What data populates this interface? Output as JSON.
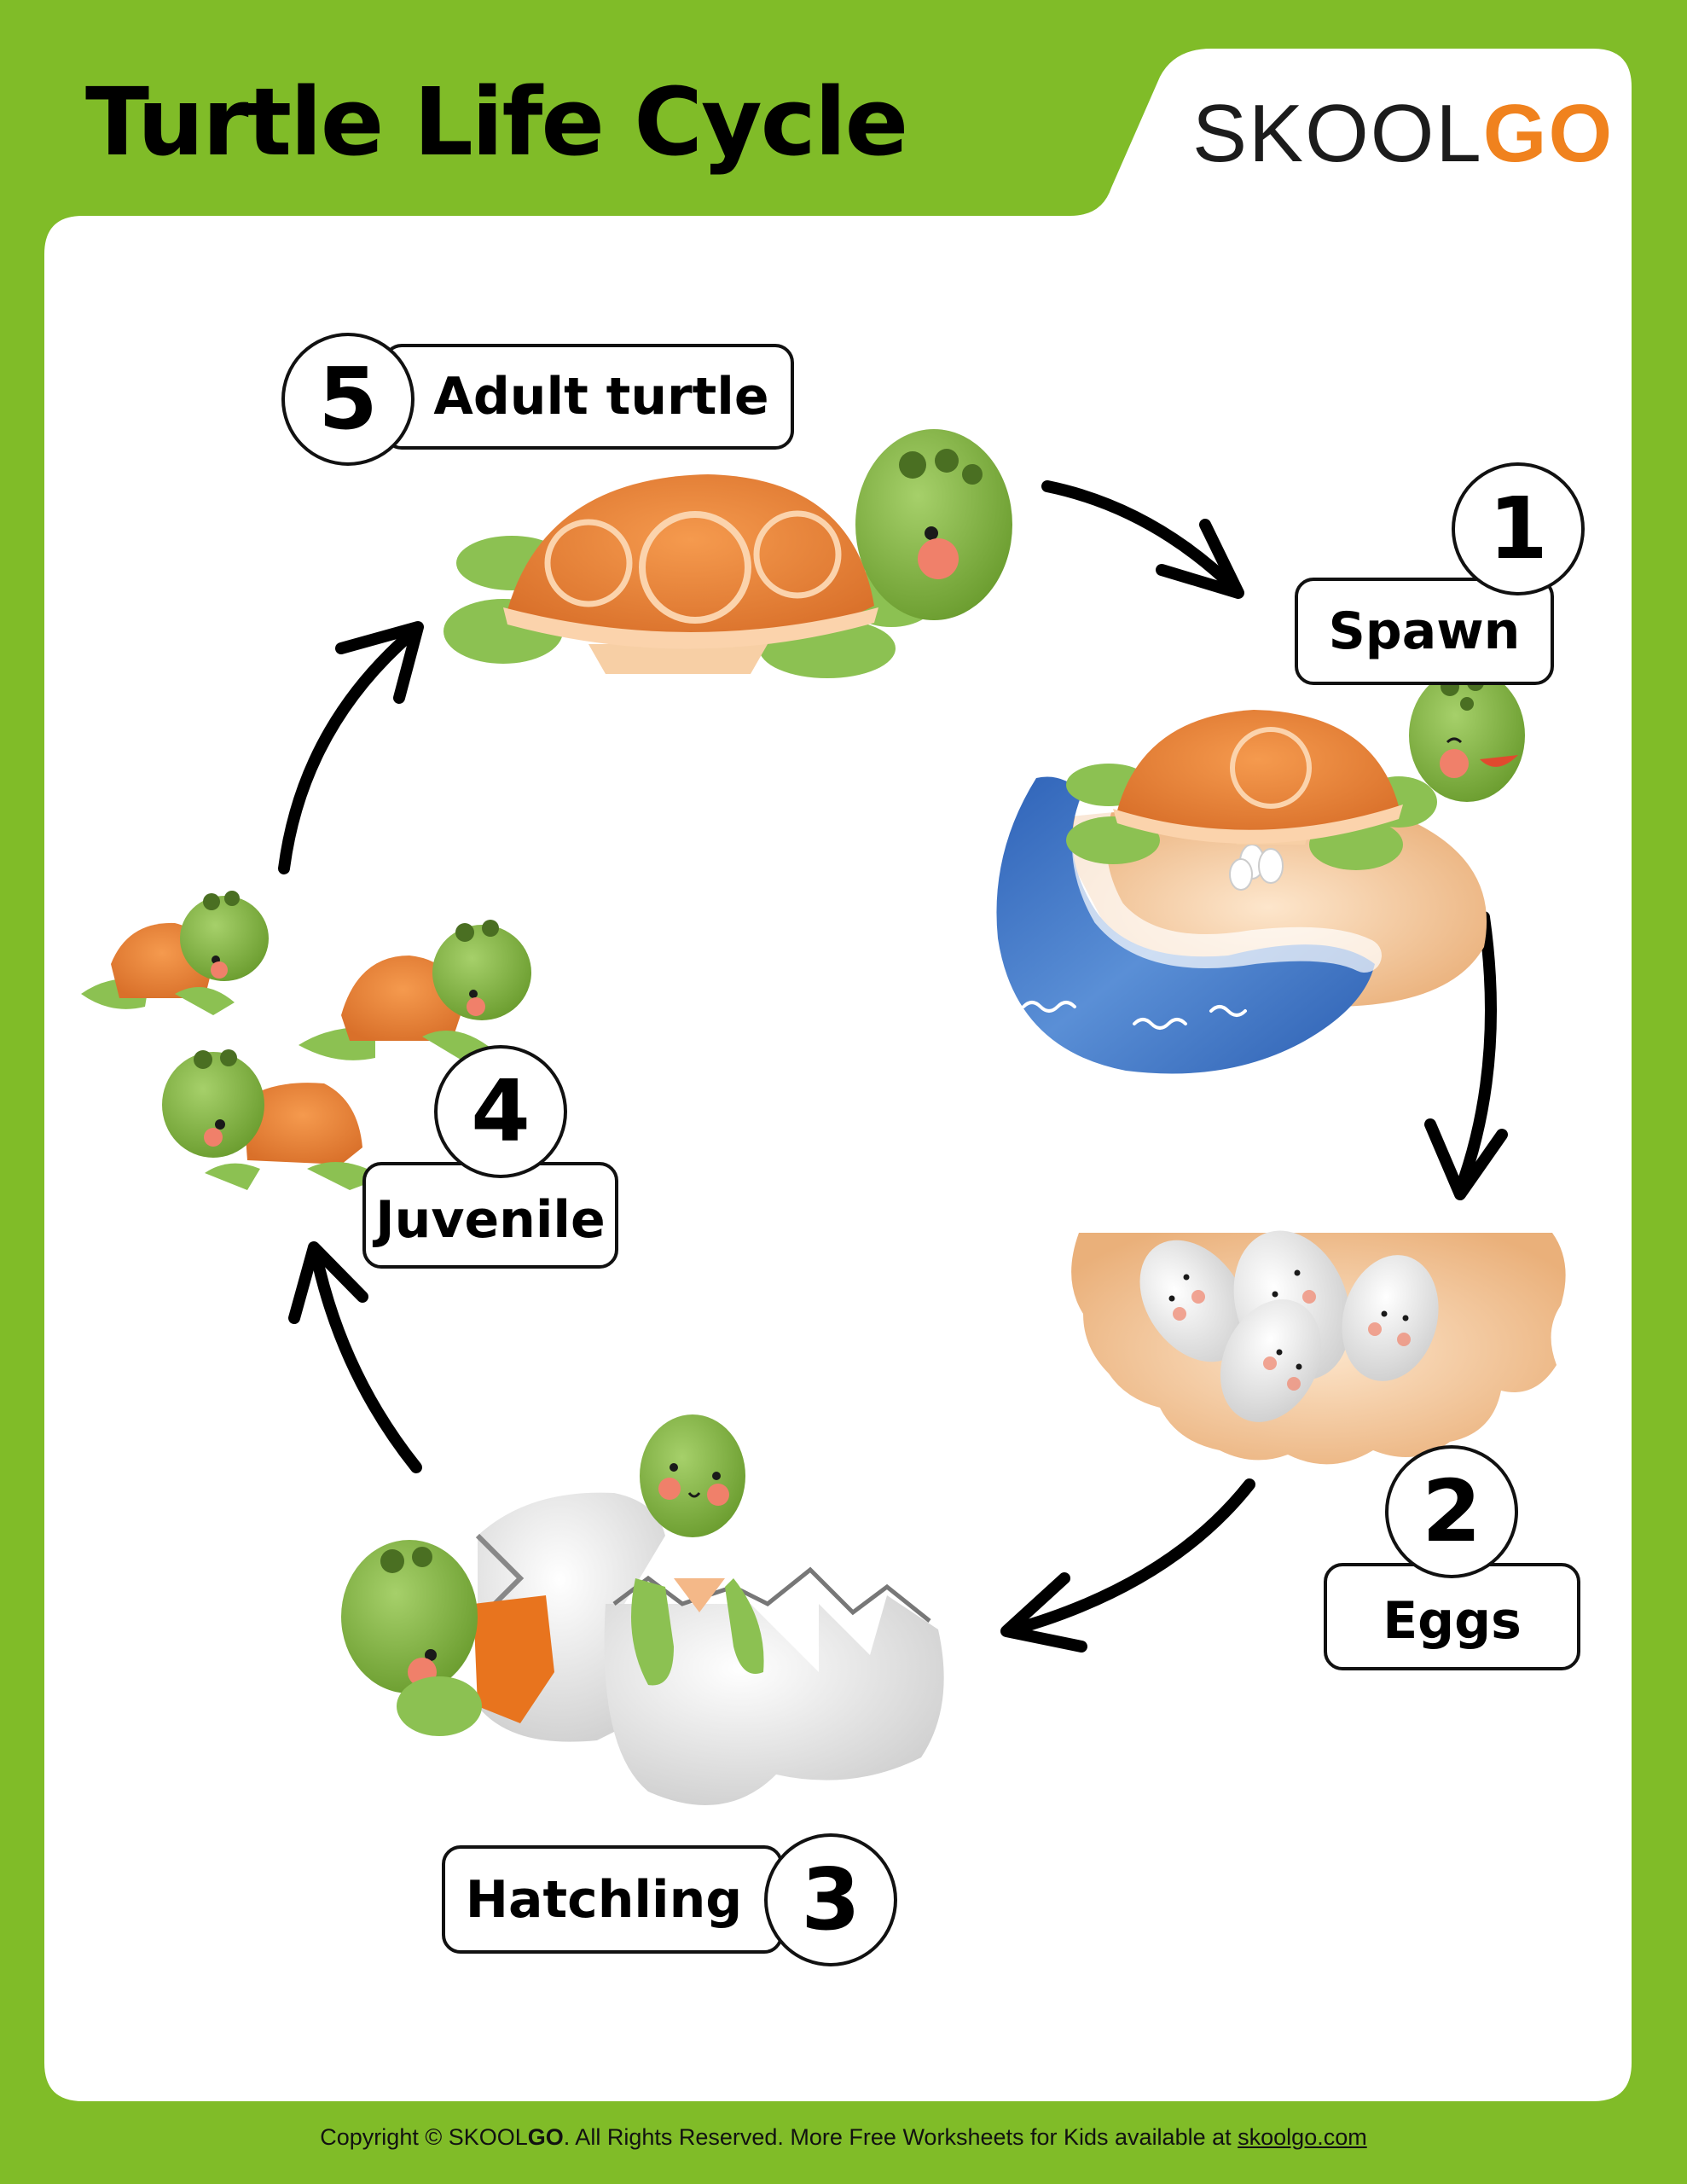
{
  "header": {
    "title": "Turtle Life Cycle",
    "logo": {
      "part1": "SKOOL",
      "part2": "GO"
    }
  },
  "stages": [
    {
      "number": "1",
      "label": "Spawn",
      "illustration": "turtle-laying-eggs-on-beach"
    },
    {
      "number": "2",
      "label": "Eggs",
      "illustration": "eggs-in-sand-nest"
    },
    {
      "number": "3",
      "label": "Hatchling",
      "illustration": "turtles-hatching-from-eggs"
    },
    {
      "number": "4",
      "label": "Juvenile",
      "illustration": "three-juvenile-turtles"
    },
    {
      "number": "5",
      "label": "Adult turtle",
      "illustration": "adult-turtle"
    }
  ],
  "arrows": [
    {
      "from": "5",
      "to": "1",
      "icon": "curved-arrow-icon"
    },
    {
      "from": "1",
      "to": "2",
      "icon": "curved-arrow-icon"
    },
    {
      "from": "2",
      "to": "3",
      "icon": "curved-arrow-icon"
    },
    {
      "from": "3",
      "to": "4",
      "icon": "curved-arrow-icon"
    },
    {
      "from": "4",
      "to": "5",
      "icon": "curved-arrow-icon"
    }
  ],
  "footer": {
    "prefix": "Copyright © SKOOL",
    "brand_bold": "GO",
    "middle": ". All Rights Reserved. More Free Worksheets for Kids available at ",
    "link": "skoolgo.com"
  },
  "colors": {
    "background_green": "#80bc28",
    "panel": "#ffffff",
    "logo_orange": "#f0821e",
    "turtle_green": "#8cc152",
    "shell_orange": "#ef8a3c",
    "water_blue": "#3f74c4",
    "sand": "#f6c99c"
  }
}
